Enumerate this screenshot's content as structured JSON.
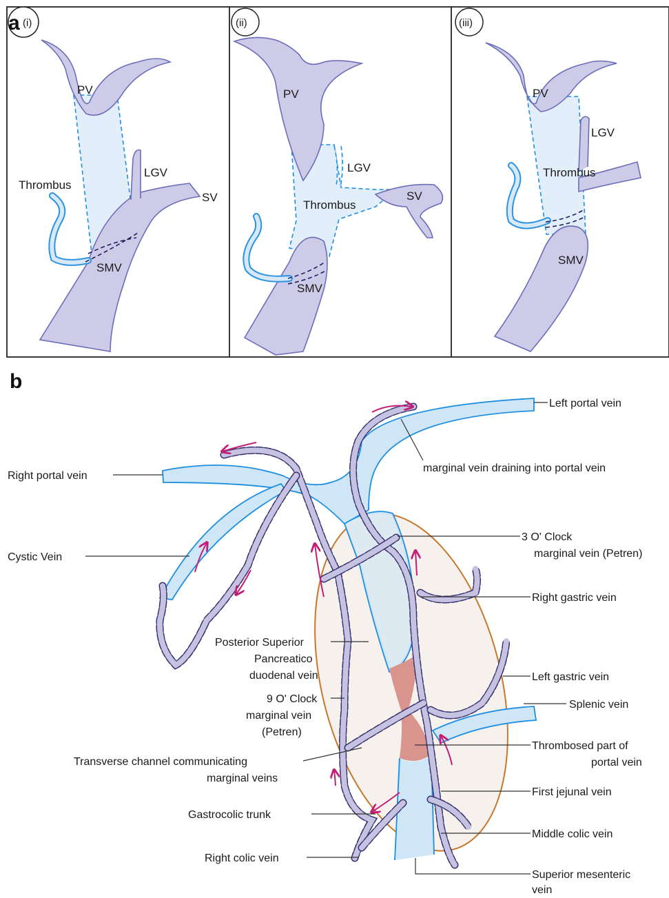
{
  "panel_a": {
    "letter": "a",
    "panels": [
      {
        "id": "(i)",
        "labels": {
          "pv": "PV",
          "lgv": "LGV",
          "thrombus": "Thrombus",
          "sv": "SV",
          "smv": "SMV"
        }
      },
      {
        "id": "(ii)",
        "labels": {
          "pv": "PV",
          "lgv": "LGV",
          "thrombus": "Thrombus",
          "sv": "SV",
          "smv": "SMV"
        }
      },
      {
        "id": "(iii)",
        "labels": {
          "pv": "PV",
          "lgv": "LGV",
          "thrombus": "Thrombus",
          "smv": "SMV"
        }
      }
    ]
  },
  "panel_b": {
    "letter": "b",
    "labels": {
      "left_portal_vein": "Left portal vein",
      "marginal_into_pv": "marginal vein draining into portal vein",
      "right_portal_vein": "Right portal vein",
      "cystic_vein": "Cystic Vein",
      "three_oclock_1": "3 O' Clock",
      "three_oclock_2": "marginal vein (Petren)",
      "right_gastric": "Right gastric vein",
      "pspd_1": "Posterior Superior",
      "pspd_2": "Pancreatico",
      "pspd_3": "duodenal vein",
      "left_gastric": "Left gastric vein",
      "nine_oclock_1": "9 O' Clock",
      "nine_oclock_2": "marginal vein",
      "nine_oclock_3": "(Petren)",
      "splenic": "Splenic vein",
      "thrombosed_1": "Thrombosed part of",
      "thrombosed_2": "portal vein",
      "transverse_1": "Transverse channel communicating",
      "transverse_2": "marginal veins",
      "first_jejunal": "First jejunal vein",
      "gastrocolic": "Gastrocolic trunk",
      "middle_colic": "Middle colic vein",
      "right_colic": "Right colic vein",
      "sup_mes_1": "Superior mesenteric",
      "sup_mes_2": "vein"
    }
  }
}
